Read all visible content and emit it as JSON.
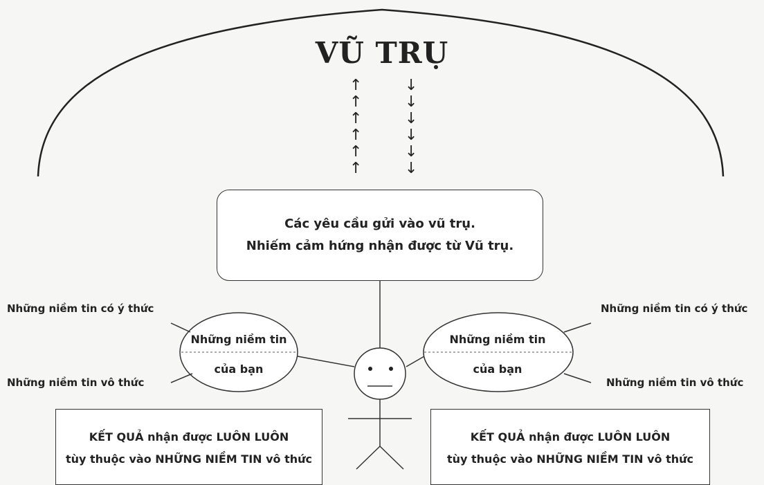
{
  "title": "VŨ TRỤ",
  "arrows": {
    "up": "↑",
    "down": "↓",
    "count": 6
  },
  "center": {
    "line1": "Các yêu cầu gửi vào vũ trụ.",
    "line2": "Nhiếm cảm hứng nhận được từ Vũ trụ."
  },
  "left": {
    "conscious": "Những niềm tin có ý thức",
    "unconscious": "Những niềm tin vô thức",
    "ellipse_top": "Những niềm tin",
    "ellipse_bottom": "của bạn",
    "result_line1": "KẾT QUẢ nhận được LUÔN LUÔN",
    "result_line2": "tùy thuộc vào NHỮNG NIỀM TIN vô thức"
  },
  "right": {
    "conscious": "Những niềm tin có ý thức",
    "unconscious": "Những niềm tin vô thức",
    "ellipse_top": "Những niềm tin",
    "ellipse_bottom": "của bạn",
    "result_line1": "KẾT QUẢ nhận được LUÔN LUÔN",
    "result_line2": "tùy thuộc vào NHỮNG NIỀM TIN vô thức"
  }
}
